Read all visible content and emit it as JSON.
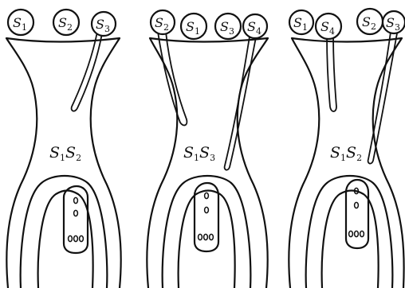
{
  "pistils": [
    {
      "genotype": {
        "letter1": "S",
        "sub1": "1",
        "letter2": "S",
        "sub2": "2"
      },
      "pollen": [
        {
          "letter": "S",
          "sub": "1"
        },
        {
          "letter": "S",
          "sub": "2"
        },
        {
          "letter": "S",
          "sub": "3"
        }
      ]
    },
    {
      "genotype": {
        "letter1": "S",
        "sub1": "1",
        "letter2": "S",
        "sub2": "3"
      },
      "pollen": [
        {
          "letter": "S",
          "sub": "2"
        },
        {
          "letter": "S",
          "sub": "1"
        },
        {
          "letter": "S",
          "sub": "3"
        },
        {
          "letter": "S",
          "sub": "4"
        }
      ]
    },
    {
      "genotype": {
        "letter1": "S",
        "sub1": "1",
        "letter2": "S",
        "sub2": "2"
      },
      "pollen": [
        {
          "letter": "S",
          "sub": "1"
        },
        {
          "letter": "S",
          "sub": "4"
        },
        {
          "letter": "S",
          "sub": "2"
        },
        {
          "letter": "S",
          "sub": "3"
        }
      ]
    }
  ]
}
